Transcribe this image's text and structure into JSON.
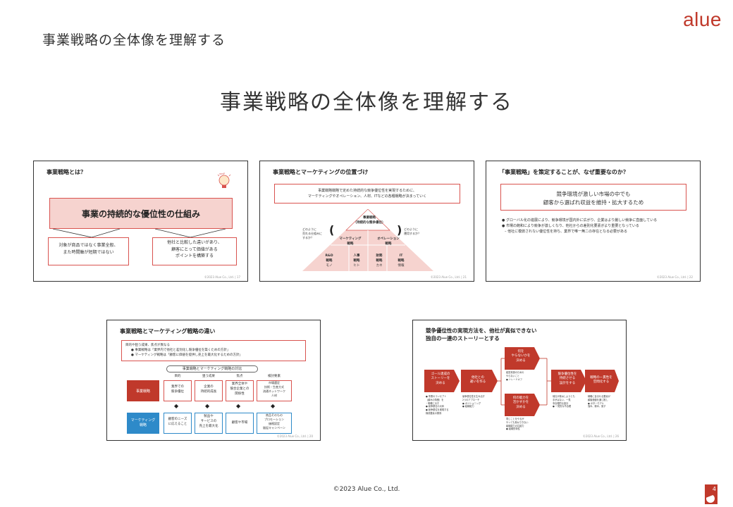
{
  "header": {
    "title": "事業戦略の全体像を理解する",
    "logo": "alue"
  },
  "main": {
    "title": "事業戦略の全体像を理解する"
  },
  "slides": {
    "s17": {
      "title": "事業戦略とは？",
      "icon_label": "IDEA",
      "banner": "事業の持続的な優位性の仕組み",
      "left_box": [
        "対象が商品ではなく事業全般、",
        "また時間軸が短期ではない"
      ],
      "right_box": [
        "他社と比較した違いがあり、",
        "顧客にとって価値がある",
        "ポイントを構築する"
      ],
      "footer": "©2023 Alue Co., Ltd.",
      "page": "17"
    },
    "s21": {
      "title": "事業戦略とマーケティングの位置づけ",
      "box": [
        "事業戦略戦略で定めた持続的な競争優位性を実現するために、",
        "マーケティングやオペレーション、人材、ITなどの各種戦略が決まっていく"
      ],
      "left_note": [
        "どのように",
        "売れる仕組みに",
        "するか？"
      ],
      "right_note": [
        "どのように",
        "運用するか？"
      ],
      "top_tier": [
        "事業戦略",
        "（持続的な競争優位）"
      ],
      "mid_left": [
        "マーケティング",
        "戦略"
      ],
      "mid_right": [
        "オペレーション",
        "戦略"
      ],
      "bottom": [
        {
          "name": "R&D",
          "sub": "戦略",
          "res": "モノ"
        },
        {
          "name": "人事",
          "sub": "戦略",
          "res": "ヒト"
        },
        {
          "name": "財務",
          "sub": "戦略",
          "res": "カネ"
        },
        {
          "name": "IT",
          "sub": "戦略",
          "res": "情報"
        }
      ],
      "footer": "©2023 Alue Co., Ltd.",
      "page": "21"
    },
    "s22": {
      "title": "「事業戦略」を策定することが、なぜ重要なのか？",
      "box": [
        "競争環境が激しい市場の中でも",
        "顧客から選ばれ収益を維持・拡大するため"
      ],
      "bullets": [
        "グローバル化の進展により、競争環境が国内外に広がり、企業はより厳しい競争に直面している",
        "市場の飽和により競争が激しくなり、他社からの差別化要素がより重要となっている"
      ],
      "dash": "他社に模倣されない優位性を持ち、業界で唯一無二の存在となる必要がある",
      "footer": "©2023 Alue Co., Ltd.",
      "page": "22"
    },
    "s20": {
      "title": "事業戦略とマーケティング戦略の違い",
      "box_head": "目的や狙う成果、焦点が異なる",
      "box_bullets": [
        "事業戦略は「業界内で他社と差別化し競争優位を築くための方針」",
        "マーケティング戦略は「顧客に価値を提供し売上を最大化するための方針」"
      ],
      "compare_label": "事業戦略とマーケティング戦略の対比",
      "cols": [
        "目的",
        "狙う成果",
        "焦点",
        "検討要素"
      ],
      "row1_label": "事業戦略",
      "row1": [
        "業界での\n競争優位",
        "企業の\n持続的成長",
        "業界全体や\n競合企業との\n関係性",
        "市場選定\n技術・生産方式\n流通ネットワーク\n人材"
      ],
      "row2_label": "マーケティング\n戦略",
      "row2": [
        "顧客のニーズ\nに応えること",
        "製品や\nサービスの\n売上を最大化",
        "顧客や市場",
        "商品そのもの\nプロモーション\n価格設定\n販促キャンペーン"
      ],
      "footer": "©2023 Alue Co., Ltd.",
      "page": "20"
    },
    "s26": {
      "title": [
        "競争優位性の実現方法を、他社が真似できない",
        "独自の一連のストーリーとする"
      ],
      "flow": [
        "ゴール達成の\nストーリーを\n決める",
        "他社との\n違いを作る",
        "何を\nやらないかを\n決める",
        "何の能力を\n活かすかを\n決める",
        "競争優位性を\n持続させる\n設計をする",
        "戦略の一貫性を\n空間化する"
      ],
      "notes": [
        "● 事業のコンセプト\n（顧みの特徴）を\n・明確に示す\n● 競争優位の大枠\n● 競争優位を実現する\n構成要素の関係",
        "競争優位性を生み出す\n2つのアプローチ\n● ポジショニング\n● 組織能力",
        "経営資源のための\nやらないこと\n● トレードオフ",
        "同じことをやるが\nやっても真似できない\n組織能力の共起力\n● 組織的特性",
        "他社が真似しようとも\n手がはない、一見\n非合理的な設計\n● 一見的な不合理",
        "戦略に含まれる要素が\n顧客価値を通じ推し\n● ポターモデル\n強み、弱み、奨す"
      ],
      "footer": "©2023 Alue Co., Ltd.",
      "page": "26"
    }
  },
  "footer": {
    "copyright": "©2023 Alue Co., Ltd.",
    "page_number": "4"
  },
  "colors": {
    "accent": "#c0392b",
    "light_red": "#f6d3cf",
    "blue": "#2e8ac9"
  }
}
